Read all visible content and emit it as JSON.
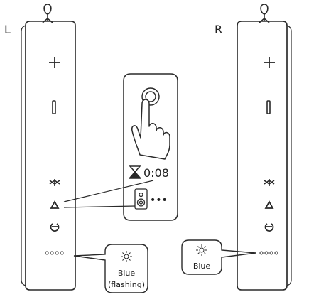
{
  "speakers": {
    "left": {
      "side_label": "L",
      "led_text": "Blue",
      "led_text_line2": "(flashing)"
    },
    "right": {
      "side_label": "R",
      "led_text": "Blue"
    }
  },
  "callout": {
    "timer_text": "0:08",
    "dots_text": "•••"
  },
  "icons": {
    "plus": "plus-icon",
    "minus": "minus-bar-icon",
    "bluetooth": "bluetooth-wings-icon",
    "triangle": "play-triangle-icon",
    "power": "power-icon",
    "led_dots": "four-dots-led-icon",
    "sun": "sun-light-icon",
    "hourglass": "hourglass-icon",
    "speaker": "speaker-icon",
    "hand": "hand-press-icon"
  },
  "colors": {
    "line": "#2a2a2a",
    "background": "#ffffff"
  }
}
